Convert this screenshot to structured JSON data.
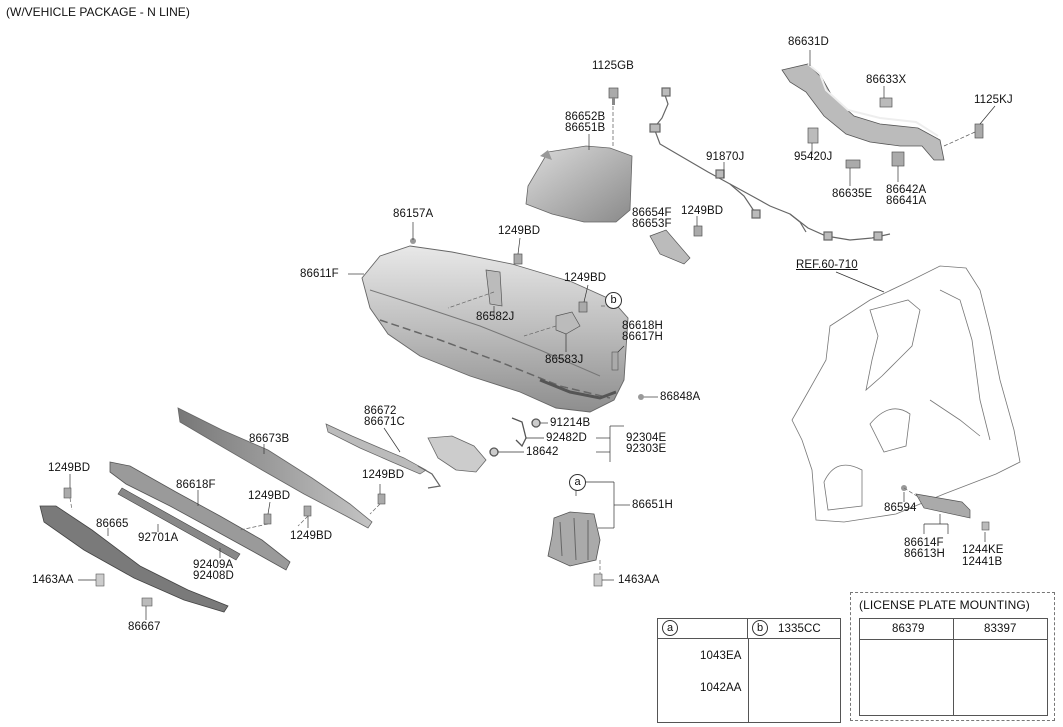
{
  "title": "(W/VEHICLE PACKAGE - N LINE)",
  "parts": {
    "p86631D": "86631D",
    "p1125GB": "1125GB",
    "p86633X": "86633X",
    "p1125KJ": "1125KJ",
    "p86652B": "86652B",
    "p86651B": "86651B",
    "p91870J": "91870J",
    "p95420J": "95420J",
    "p86635E": "86635E",
    "p86642A": "86642A",
    "p86641A": "86641A",
    "p86157A": "86157A",
    "p86654F": "86654F",
    "p86653F": "86653F",
    "p1249BD_a": "1249BD",
    "p1249BD_b": "1249BD",
    "p1249BD_c": "1249BD",
    "p1249BD_d": "1249BD",
    "p1249BD_e": "1249BD",
    "p1249BD_f": "1249BD",
    "p1249BD_g": "1249BD",
    "p86611F": "86611F",
    "ref": "REF.60-710",
    "p86582J": "86582J",
    "p86618H": "86618H",
    "p86617H": "86617H",
    "p86583J": "86583J",
    "p86848A": "86848A",
    "p86672": "86672",
    "p86671C": "86671C",
    "p91214B": "91214B",
    "p92482D": "92482D",
    "p92304E": "92304E",
    "p92303E": "92303E",
    "p18642": "18642",
    "p86673B": "86673B",
    "p86618F": "86618F",
    "p86665": "86665",
    "p92701A": "92701A",
    "p92409A": "92409A",
    "p92408D": "92408D",
    "p1463AA_a": "1463AA",
    "p1463AA_b": "1463AA",
    "p86667": "86667",
    "p86651H": "86651H",
    "p86594": "86594",
    "p86614F": "86614F",
    "p86613H": "86613H",
    "p1244KE": "1244KE",
    "p12441B": "12441B"
  },
  "callouts": {
    "a": "a",
    "b": "b"
  },
  "legend_table": {
    "col_a_marker": "a",
    "col_b_marker": "b",
    "col_b_part": "1335CC",
    "row1_part": "1043EA",
    "row2_part": "1042AA"
  },
  "license_plate": {
    "title": "(LICENSE PLATE MOUNTING)",
    "col1": "86379",
    "col2": "83397"
  }
}
